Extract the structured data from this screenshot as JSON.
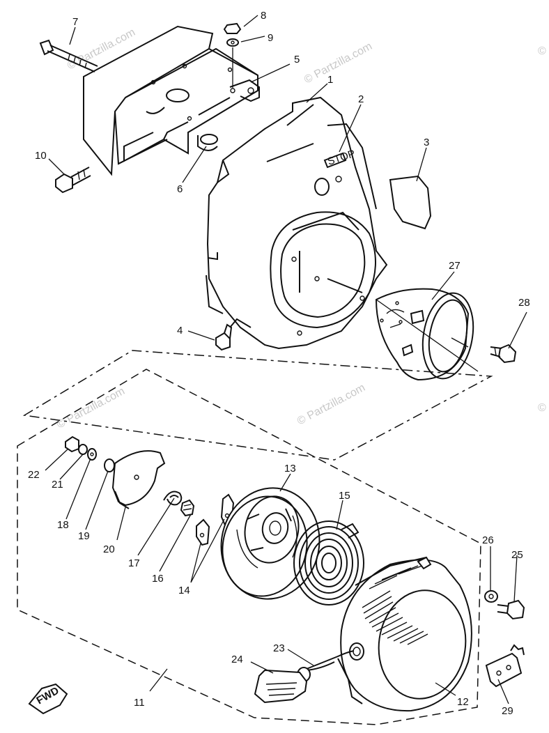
{
  "watermark": "© Partzilla.com",
  "watermark_short": "©",
  "fwd_label": "FWD",
  "stop_label": "STOP",
  "callouts": [
    "1",
    "2",
    "3",
    "4",
    "5",
    "6",
    "7",
    "8",
    "9",
    "10",
    "11",
    "12",
    "13",
    "14",
    "15",
    "16",
    "17",
    "18",
    "19",
    "20",
    "21",
    "22",
    "23",
    "24",
    "25",
    "26",
    "27",
    "28",
    "29"
  ]
}
